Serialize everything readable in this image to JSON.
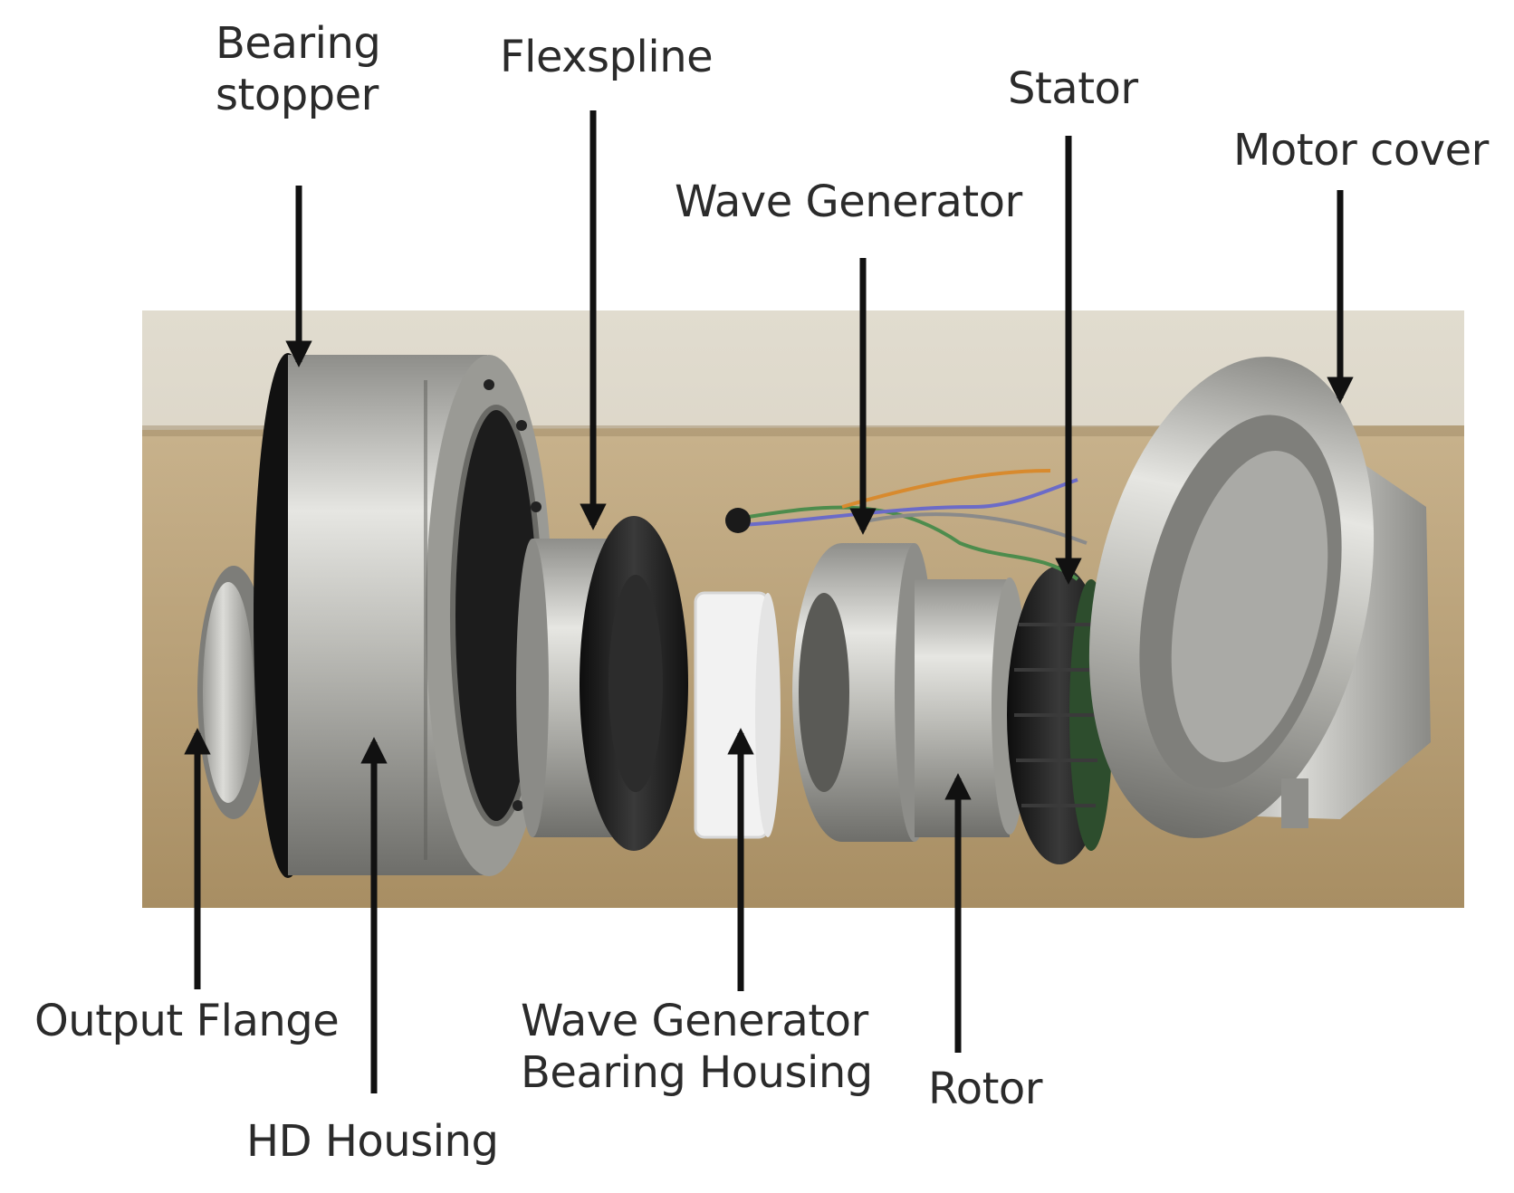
{
  "labels": {
    "bearing_stopper": [
      "Bearing",
      "stopper"
    ],
    "flexspline": "Flexspline",
    "stator": "Stator",
    "motor_cover": "Motor cover",
    "wave_generator": "Wave Generator",
    "output_flange": "Output Flange",
    "hd_housing": "HD Housing",
    "wg_bearing_housing": [
      "Wave Generator",
      "Bearing Housing"
    ],
    "rotor": "Rotor"
  },
  "colors": {
    "text": "#2b2b2b",
    "arrow": "#111111",
    "wall": "#d9d3c6",
    "table": "#b39a72",
    "aluminium": "#c4c4c0",
    "rubber": "#1a1a1a",
    "white_part": "#f2f2f2"
  }
}
